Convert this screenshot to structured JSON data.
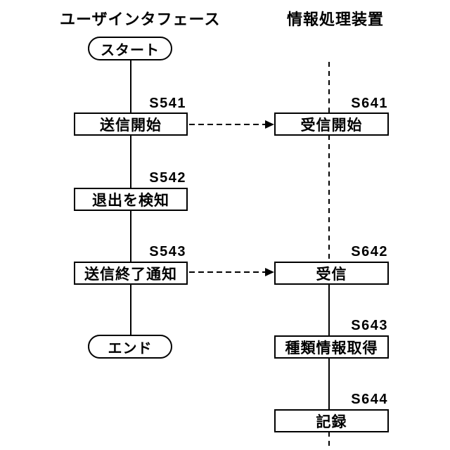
{
  "diagram": {
    "type": "flowchart",
    "columns": [
      {
        "header": "ユーザインタフェース"
      },
      {
        "header": "情報処理装置"
      }
    ],
    "terminals": {
      "start": "スタート",
      "end": "エンド"
    },
    "left_steps": [
      {
        "id": "S541",
        "label": "送信開始"
      },
      {
        "id": "S542",
        "label": "退出を検知"
      },
      {
        "id": "S543",
        "label": "送信終了通知"
      }
    ],
    "right_steps": [
      {
        "id": "S641",
        "label": "受信開始"
      },
      {
        "id": "S642",
        "label": "受信"
      },
      {
        "id": "S643",
        "label": "種類情報取得"
      },
      {
        "id": "S644",
        "label": "記録"
      }
    ],
    "arrows": [
      {
        "from": "S541",
        "to": "S641",
        "style": "dashed"
      },
      {
        "from": "S543",
        "to": "S642",
        "style": "dashed"
      }
    ],
    "colors": {
      "line": "#000000",
      "text": "#000000",
      "background": "#ffffff"
    }
  }
}
